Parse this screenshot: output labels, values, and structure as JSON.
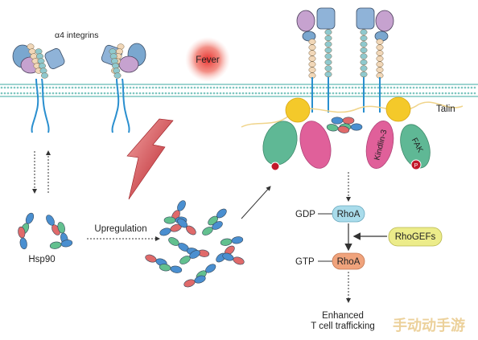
{
  "labels": {
    "integrins": "α4 integrins",
    "fever": "Fever",
    "hsp90": "Hsp90",
    "upregulation": "Upregulation",
    "talin": "Talin",
    "kindlin": "Kindlin-3",
    "fak": "FAK",
    "gdp": "GDP",
    "gtp": "GTP",
    "rhoa_top": "RhoA",
    "rhoa_bottom": "RhoA",
    "rhogefs": "RhoGEFs",
    "enhanced_line1": "Enhanced",
    "enhanced_line2": "T cell trafficking",
    "phospho_p": "P",
    "watermark": "手动动手游"
  },
  "colors": {
    "membrane": "#7fc6c0",
    "talin_head": "#f4c92a",
    "kindlin_pink": "#e0609a",
    "fak_green": "#5fb895",
    "rhoa_blue": "#a9dceb",
    "rhoa_orange": "#f0a37c",
    "rhogefs_yellow": "#ecec8a",
    "hsp_green": "#63c08f",
    "hsp_blue": "#4a8fd0",
    "hsp_red": "#e06a6a",
    "fever_red": "#e23a3a",
    "lightning": "#c8262e"
  }
}
